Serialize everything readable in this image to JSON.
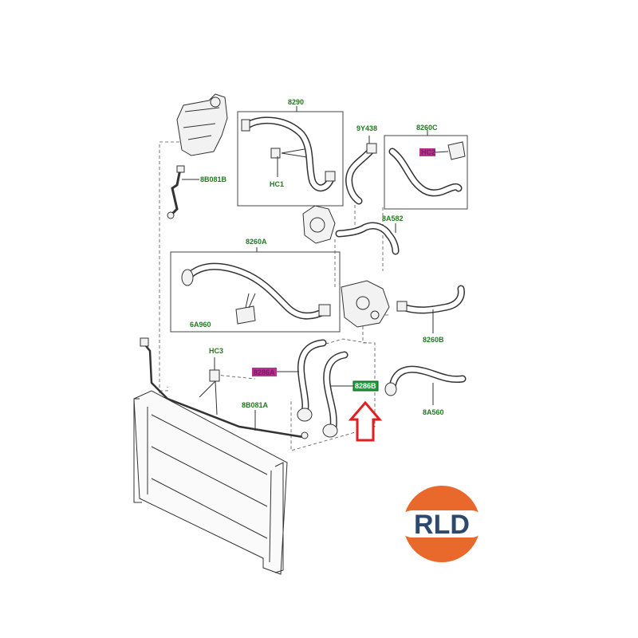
{
  "labels": {
    "l8290": "8290",
    "l9y438": "9Y438",
    "l8260c": "8260C",
    "l8b081b": "8B081B",
    "lhc1": "HC1",
    "l8a582": "8A582",
    "l8260a": "8260A",
    "l6a960": "6A960",
    "l8260b": "8260B",
    "lhc3": "HC3",
    "l8b081a": "8B081A",
    "l8a560": "8A560",
    "l8286a": "8286A",
    "l8286b": "8286B",
    "lhc2": "HC2"
  },
  "logo": {
    "text": "RLD"
  },
  "colors": {
    "label_green": "#1f7a1f",
    "highlight_green": "#1e9e3a",
    "highlight_purple": "#b5318a",
    "arrow_red": "#e02020",
    "logo_orange": "#e8692b",
    "logo_blue": "#2d4a6e"
  }
}
